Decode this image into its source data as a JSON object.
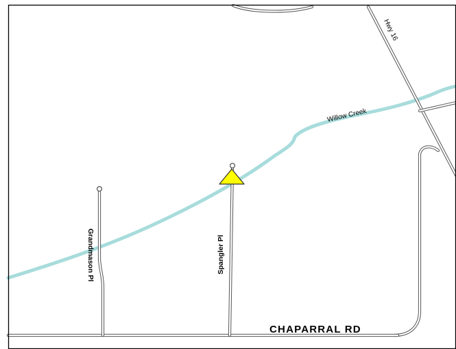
{
  "map": {
    "colors": {
      "background": "#ffffff",
      "frame": "#000000",
      "road_outline": "#555555",
      "road_fill": "#ffffff",
      "creek": "#a8dcdc",
      "creek_label": "#1f5e6a",
      "marker_fill": "#ffff00",
      "marker_stroke": "#333333"
    },
    "features": {
      "creek": {
        "label": "Willow Creek"
      },
      "highway": {
        "label": "Hwy 16"
      },
      "main_road": {
        "label": "CHAPARRAL RD"
      },
      "street_west": {
        "label": "Grandmason Pl"
      },
      "street_center": {
        "label": "Spangler Pl"
      }
    },
    "marker": {
      "shape": "triangle",
      "icon": "location-marker-icon"
    }
  }
}
